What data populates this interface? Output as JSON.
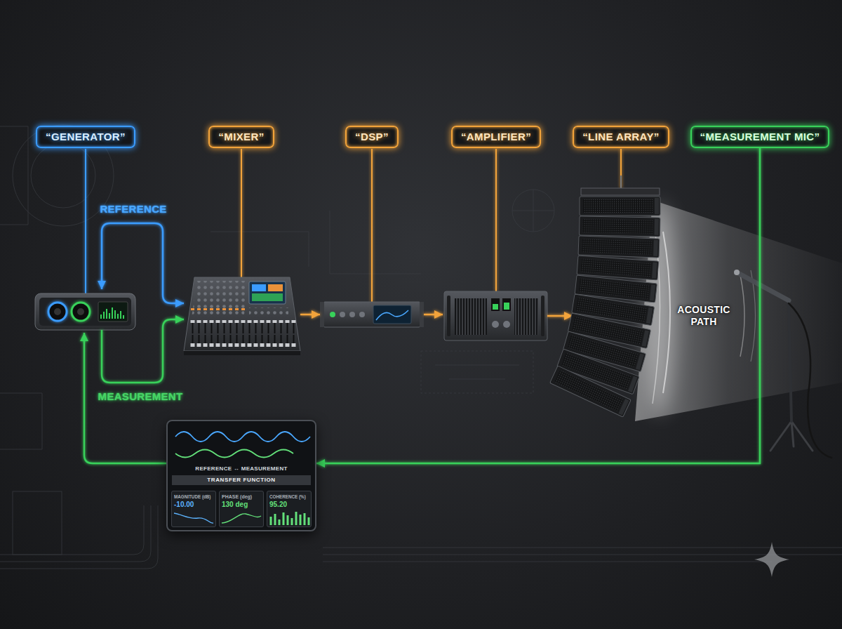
{
  "diagram": {
    "nodes": [
      {
        "text": [
          "“GENERATOR”"
        ]
      },
      {
        "text": [
          "“MIXER”"
        ]
      },
      {
        "text": [
          "“DSP”"
        ]
      },
      {
        "text": [
          "“AMPLIFIER”"
        ]
      },
      {
        "text": [
          "“LINE ARRAY”"
        ]
      },
      {
        "text": [
          "“MEASUREMENT MIC”"
        ]
      },
      {
        "text": [
          "REFERENCE ↔ MEASUREMENT",
          "TRANSFER FUNCTION"
        ]
      },
      {
        "text": [
          "MAGNITUDE (dB)",
          "-10.00"
        ],
        "in": 6
      },
      {
        "text": [
          "PHASE (deg)",
          "130 deg"
        ],
        "in": 6
      },
      {
        "text": [
          "COHERENCE (%)",
          "95.20"
        ],
        "in": 6
      }
    ],
    "edges": [
      {
        "from": 5,
        "to": 6,
        "arrow": "to"
      }
    ],
    "labels": [
      "REFERENCE",
      "MEASUREMENT",
      "ACOUSTIC PATH"
    ]
  }
}
